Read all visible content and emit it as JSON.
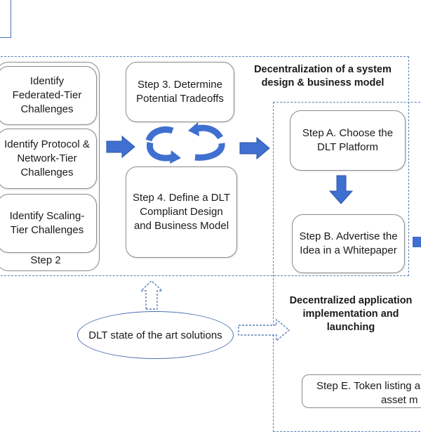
{
  "left_group": {
    "item1": "Identify Federated-Tier Challenges",
    "item2": "Identify Protocol & Network-Tier Challenges",
    "item3": "Identify Scaling-Tier Challenges",
    "footer": "Step 2"
  },
  "step3": "Step 3. Determine Potential Tradeoffs",
  "step4": "Step 4. Define a DLT Compliant Design and Business Model",
  "system_design_title": "Decentralization of a system design & business model",
  "stepA": "Step A. Choose the DLT Platform",
  "stepB": "Step B. Advertise the Idea in a Whitepaper",
  "dapp_title": "Decentralized application implementation and launching",
  "stepE_line1": "Step E. Token listing a",
  "stepE_line2": "asset m",
  "solutions": "DLT state of the art solutions",
  "colors": {
    "arrow": "#3f6fd0",
    "dashed": "#5b7fb9",
    "box_border": "#8a8a8a"
  }
}
